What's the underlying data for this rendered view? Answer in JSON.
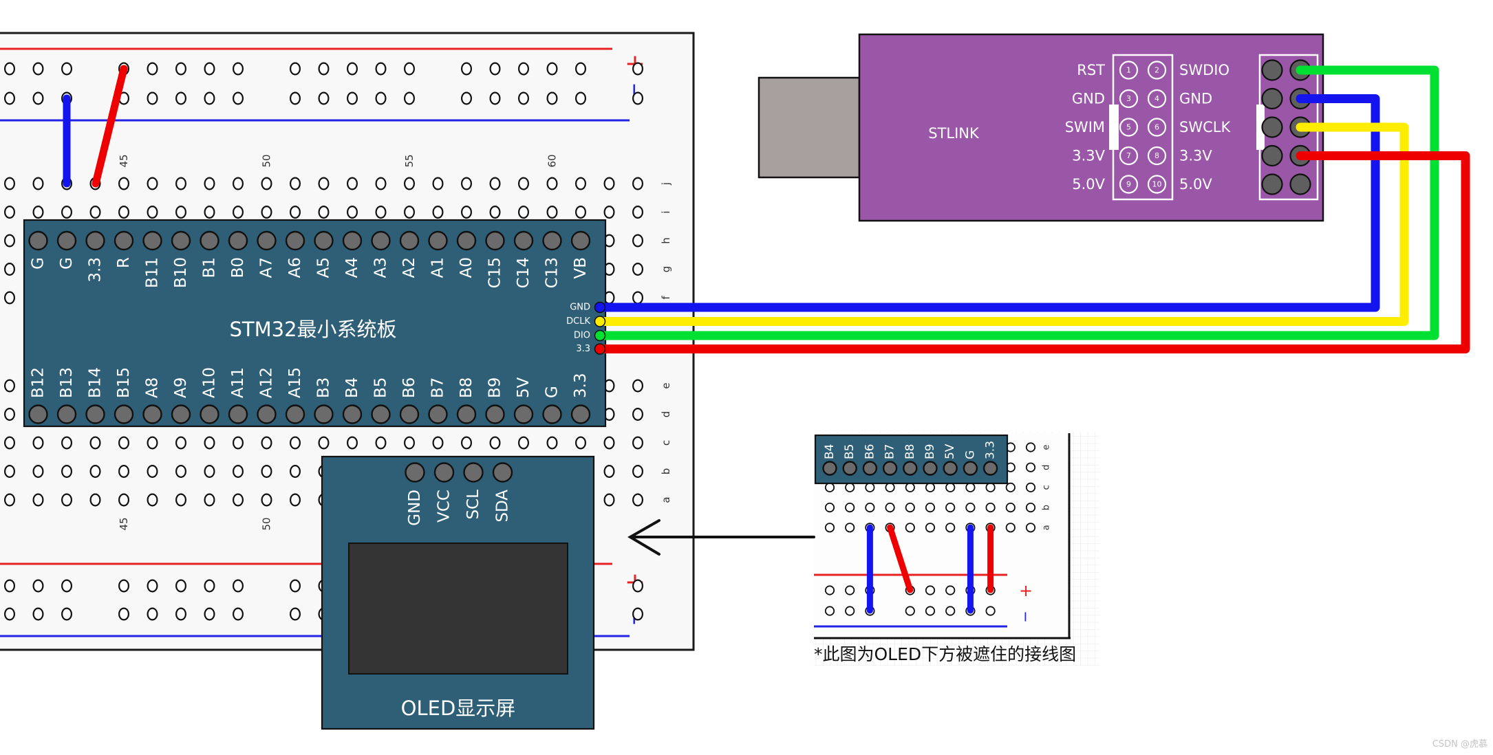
{
  "breadboard": {
    "top_numbers": [
      "45",
      "50",
      "55",
      "60"
    ],
    "bottom_numbers": [
      "45",
      "50"
    ],
    "row_letters": [
      "j",
      "i",
      "h",
      "g",
      "f",
      "e",
      "d",
      "c",
      "b",
      "a"
    ],
    "plus": "+",
    "minus": "−"
  },
  "stm32": {
    "title": "STM32最小系统板",
    "top_pins": [
      "G",
      "G",
      "3.3",
      "R",
      "B11",
      "B10",
      "B1",
      "B0",
      "A7",
      "A6",
      "A5",
      "A4",
      "A3",
      "A2",
      "A1",
      "A0",
      "C15",
      "C14",
      "C13",
      "VB"
    ],
    "bottom_pins": [
      "B12",
      "B13",
      "B14",
      "B15",
      "A8",
      "A9",
      "A10",
      "A11",
      "A12",
      "A15",
      "B3",
      "B4",
      "B5",
      "B6",
      "B7",
      "B8",
      "B9",
      "5V",
      "G",
      "3.3"
    ]
  },
  "oled": {
    "title": "OLED显示屏",
    "pins": [
      "GND",
      "VCC",
      "SCL",
      "SDA"
    ]
  },
  "stlink": {
    "label": "STLINK",
    "rows": [
      {
        "left": "RST",
        "num_l": "1",
        "num_r": "2",
        "right": "SWDIO"
      },
      {
        "left": "GND",
        "num_l": "3",
        "num_r": "4",
        "right": "GND"
      },
      {
        "left": "SWIM",
        "num_l": "5",
        "num_r": "6",
        "right": "SWCLK"
      },
      {
        "left": "3.3V",
        "num_l": "7",
        "num_r": "8",
        "right": "3.3V"
      },
      {
        "left": "5.0V",
        "num_l": "9",
        "num_r": "10",
        "right": "5.0V"
      }
    ]
  },
  "connections": [
    {
      "stm32_pin": "GND",
      "stlink_pin": "GND",
      "color": "#1414ee"
    },
    {
      "stm32_pin": "DCLK",
      "stlink_pin": "SWCLK",
      "color": "#ffed00"
    },
    {
      "stm32_pin": "DIO",
      "stlink_pin": "SWDIO",
      "color": "#00e033"
    },
    {
      "stm32_pin": "3.3",
      "stlink_pin": "3.3V",
      "color": "#ee0000"
    }
  ],
  "jumper_colors": {
    "blue": "#1414ee",
    "red": "#ee0000"
  },
  "inset": {
    "pins": [
      "B4",
      "B5",
      "B6",
      "B7",
      "B8",
      "B9",
      "5V",
      "G",
      "3.3"
    ],
    "row_letters": [
      "e",
      "d",
      "c",
      "b",
      "a"
    ],
    "plus": "+",
    "minus": "−",
    "caption": "*此图为OLED下方被遮住的接线图"
  },
  "watermark": "CSDN @虎慕"
}
